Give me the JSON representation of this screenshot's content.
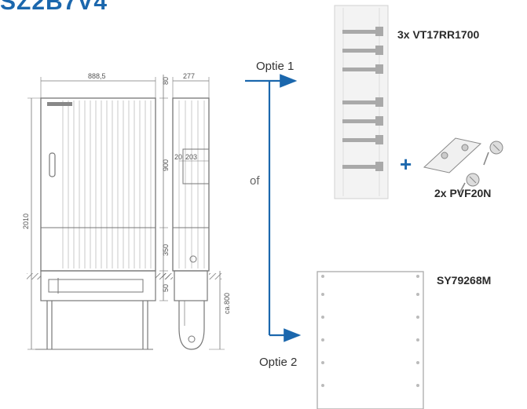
{
  "header": {
    "title_fragment": "SZ2B7V4"
  },
  "dimensions": {
    "width": "888,5",
    "top_height": "80",
    "depth": "277",
    "height_total": "2010",
    "upper_section": "900",
    "lower_section": "350",
    "plinth": "50",
    "side_a": "20",
    "side_b": "203",
    "ground_depth": "ca.800"
  },
  "options": {
    "option1_label": "Optie 1",
    "option2_label": "Optie 2",
    "or_label": "of"
  },
  "parts": {
    "part1": "3x VT17RR1700",
    "part2": "2x PVF20N",
    "part3": "SY79268M",
    "plus_sign": "+"
  },
  "colors": {
    "accent": "#1b67ad",
    "line": "#777777"
  }
}
